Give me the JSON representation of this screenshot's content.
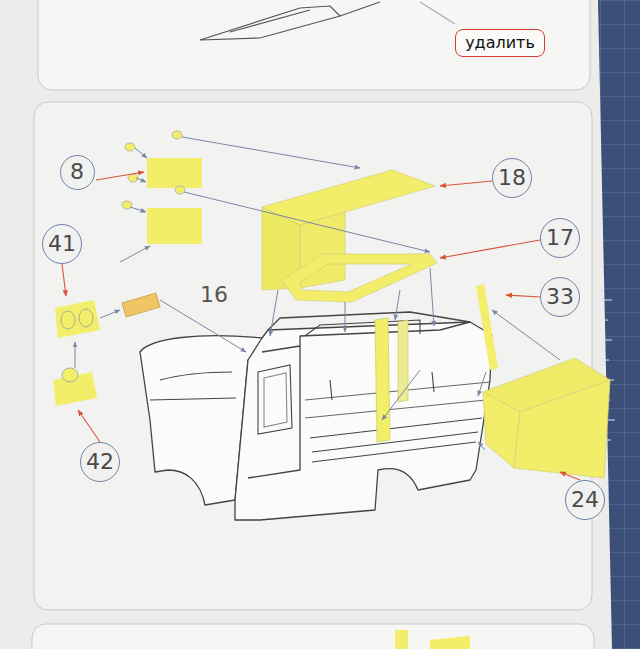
{
  "diagram": {
    "nodes": [
      {
        "text": [
          "удалить"
        ]
      },
      {
        "text": [
          "8"
        ]
      },
      {
        "text": [
          "18"
        ]
      },
      {
        "text": [
          "17"
        ]
      },
      {
        "text": [
          "41"
        ]
      },
      {
        "text": [
          "33"
        ]
      },
      {
        "text": [
          "42"
        ]
      },
      {
        "text": [
          "24"
        ]
      }
    ],
    "labels": [
      "16"
    ]
  }
}
